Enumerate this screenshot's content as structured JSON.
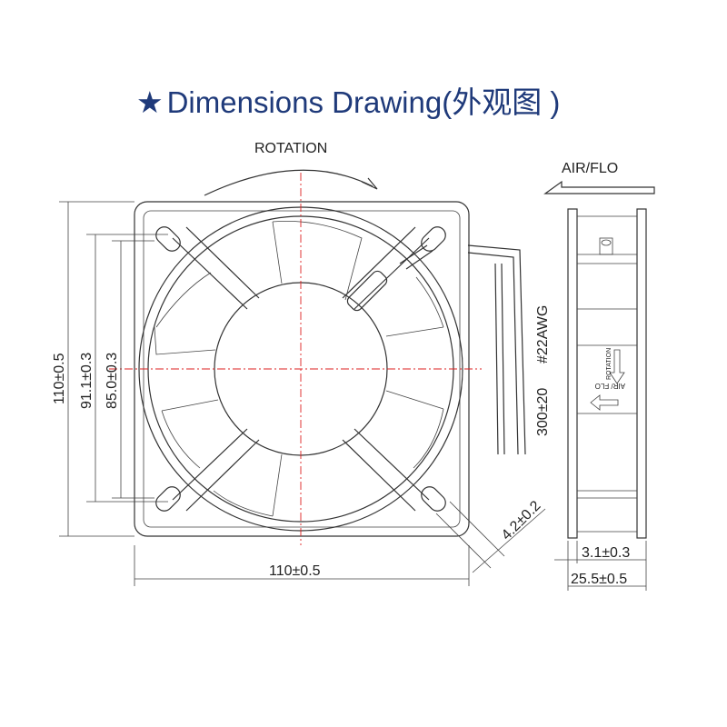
{
  "title": {
    "star": "★",
    "text": "Dimensions Drawing(外观图 )"
  },
  "labels": {
    "rotation": "ROTATION",
    "airflow": "AIR/FLO",
    "side_rotation": "ROTATION",
    "side_airflow": "AIR/ FLO"
  },
  "dimensions": {
    "height_outer": "110±0.5",
    "hole_pitch_outer": "91.1±0.3",
    "hole_pitch": "85.0±0.3",
    "width_outer": "110±0.5",
    "hole_dia": "4.2±0.2",
    "lead_length": "300±20",
    "wire_gauge": "#22AWG",
    "flange": "3.1±0.3",
    "depth": "25.5±0.5"
  },
  "colors": {
    "title": "#1f3a7a",
    "centerline": "#dd2222"
  }
}
